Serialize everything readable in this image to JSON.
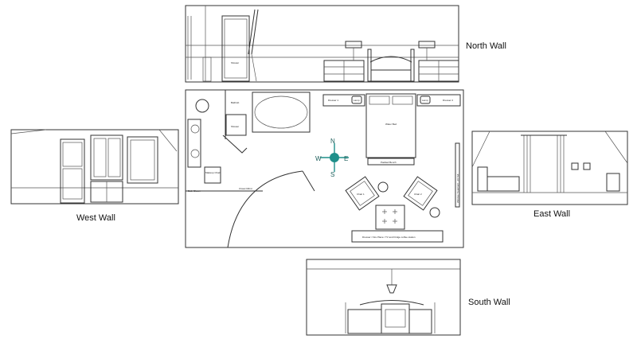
{
  "wall_labels": {
    "north": "North Wall",
    "west": "West Wall",
    "east": "East Wall",
    "south": "South Wall"
  },
  "room_labels": {
    "shower_north": "Shower",
    "shower_plan": "Shower",
    "bathtub": "Bathtub",
    "water_bed": "Water Bed",
    "padded_bench": "Padded Bench",
    "dresser_1": "Dresser 1",
    "dresser_2": "Dresser 2",
    "lamp_1": "Lamp",
    "lamp_2": "Lamp",
    "chair_1": "Chair 1",
    "chair_2": "Chair 2",
    "makeup_chair": "Makeup Chair",
    "bath_closet": "Bath Closet",
    "closet_mirror": "Closet Mirror",
    "window_treatment": "Window Treatment - 26 Tall",
    "south_dresser": "Dresser / Fire Place / TV and Fridge coffee station"
  },
  "compass": {
    "n": "N",
    "e": "E",
    "s": "S",
    "w": "W"
  },
  "colors": {
    "line": "#333333",
    "compass": "#1f8f8a"
  }
}
